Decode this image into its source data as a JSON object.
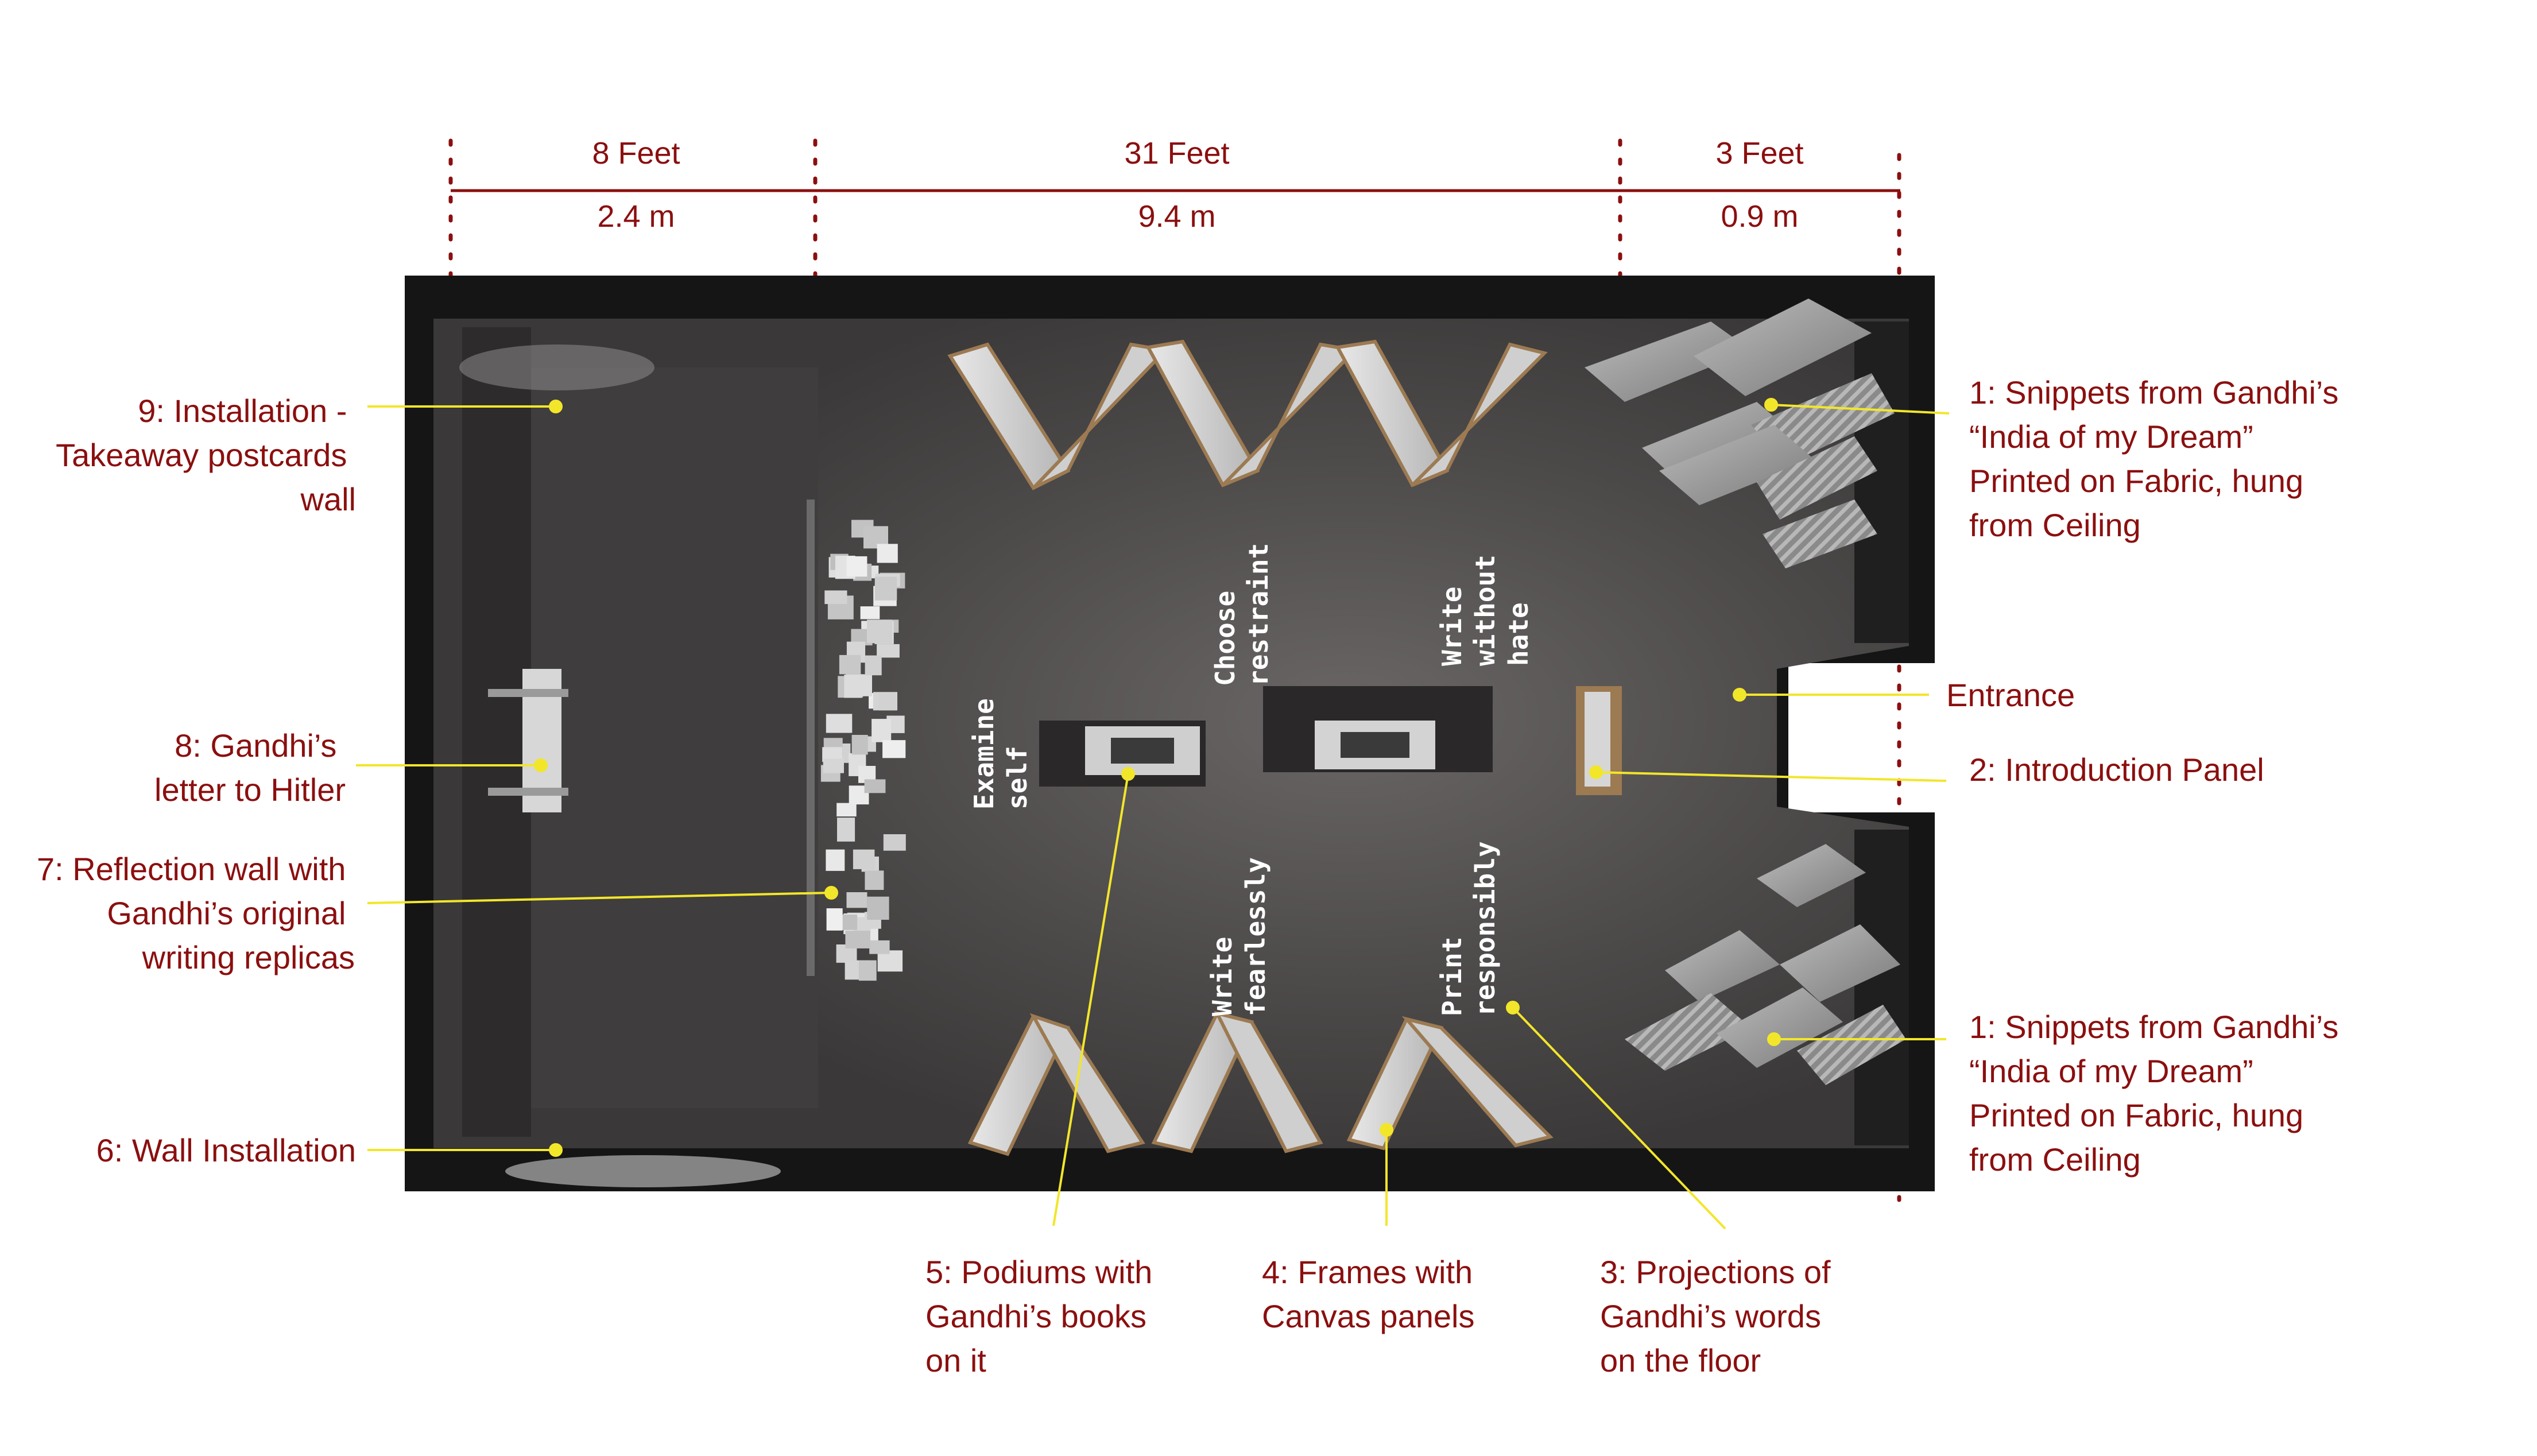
{
  "dimensions": {
    "segments": [
      {
        "feet": "8 Feet",
        "meters": "2.4 m"
      },
      {
        "feet": "31 Feet",
        "meters": "9.4 m"
      },
      {
        "feet": "3 Feet",
        "meters": "0.9 m"
      }
    ]
  },
  "floor_words": {
    "examine": [
      "Examine",
      "self"
    ],
    "restraint": [
      "Choose",
      "restraint"
    ],
    "without_hate": [
      "Write",
      "without",
      "hate"
    ],
    "fearlessly": [
      "Write",
      "fearlessly"
    ],
    "responsibly": [
      "Print",
      "responsibly"
    ]
  },
  "callouts": {
    "c9": [
      "9: Installation -",
      "Takeaway  postcards",
      "wall"
    ],
    "c8": [
      "8: Gandhi’s",
      "letter to Hitler"
    ],
    "c7": [
      "7: Reflection wall with",
      "Gandhi’s original",
      "writing replicas"
    ],
    "c6": [
      "6: Wall Installation"
    ],
    "c1_top": [
      "1: Snippets from Gandhi’s",
      "“India of my Dream”",
      "Printed on Fabric, hung",
      "from Ceiling"
    ],
    "entrance": [
      "Entrance"
    ],
    "c2": [
      "2: Introduction Panel"
    ],
    "c1_bottom": [
      "1: Snippets from Gandhi’s",
      "“India of my Dream”",
      "Printed on Fabric, hung",
      "from Ceiling"
    ],
    "c5": [
      "5: Podiums with",
      "Gandhi’s books",
      "on it"
    ],
    "c4": [
      "4: Frames with",
      "Canvas panels"
    ],
    "c3": [
      "3: Projections of",
      "Gandhi’s words",
      "on the floor"
    ]
  },
  "colors": {
    "label": "#8b0f0f",
    "leader": "#f2e62a",
    "dotted_line": "#8b0f0f",
    "wall": "#141414",
    "floor": "#4a4747",
    "panel": "#dcdcdc",
    "frame_wood": "#9c7a52"
  }
}
